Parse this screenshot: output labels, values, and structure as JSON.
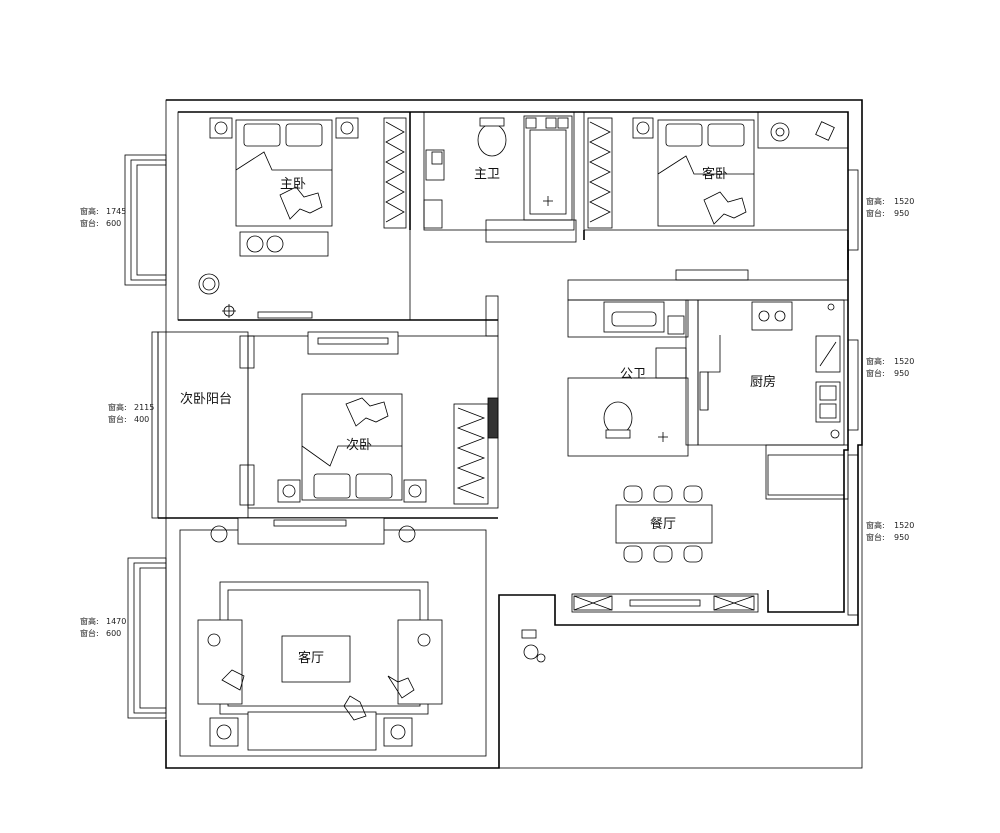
{
  "rooms": {
    "master_bedroom": "主卧",
    "master_bath": "主卫",
    "guest_bedroom": "客卧",
    "second_balcony": "次卧阳台",
    "second_bedroom": "次卧",
    "public_bath": "公卫",
    "kitchen": "厨房",
    "dining": "餐厅",
    "living": "客厅"
  },
  "window_notes": [
    {
      "height_label": "窗高:",
      "height": "1745",
      "sill_label": "窗台:",
      "sill": "600"
    },
    {
      "height_label": "窗高:",
      "height": "2115",
      "sill_label": "窗台:",
      "sill": "400"
    },
    {
      "height_label": "窗高:",
      "height": "1470",
      "sill_label": "窗台:",
      "sill": "600"
    },
    {
      "height_label": "窗高:",
      "height": "1520",
      "sill_label": "窗台:",
      "sill": "950"
    },
    {
      "height_label": "窗高:",
      "height": "1520",
      "sill_label": "窗台:",
      "sill": "950"
    },
    {
      "height_label": "窗高:",
      "height": "1520",
      "sill_label": "窗台:",
      "sill": "950"
    }
  ]
}
